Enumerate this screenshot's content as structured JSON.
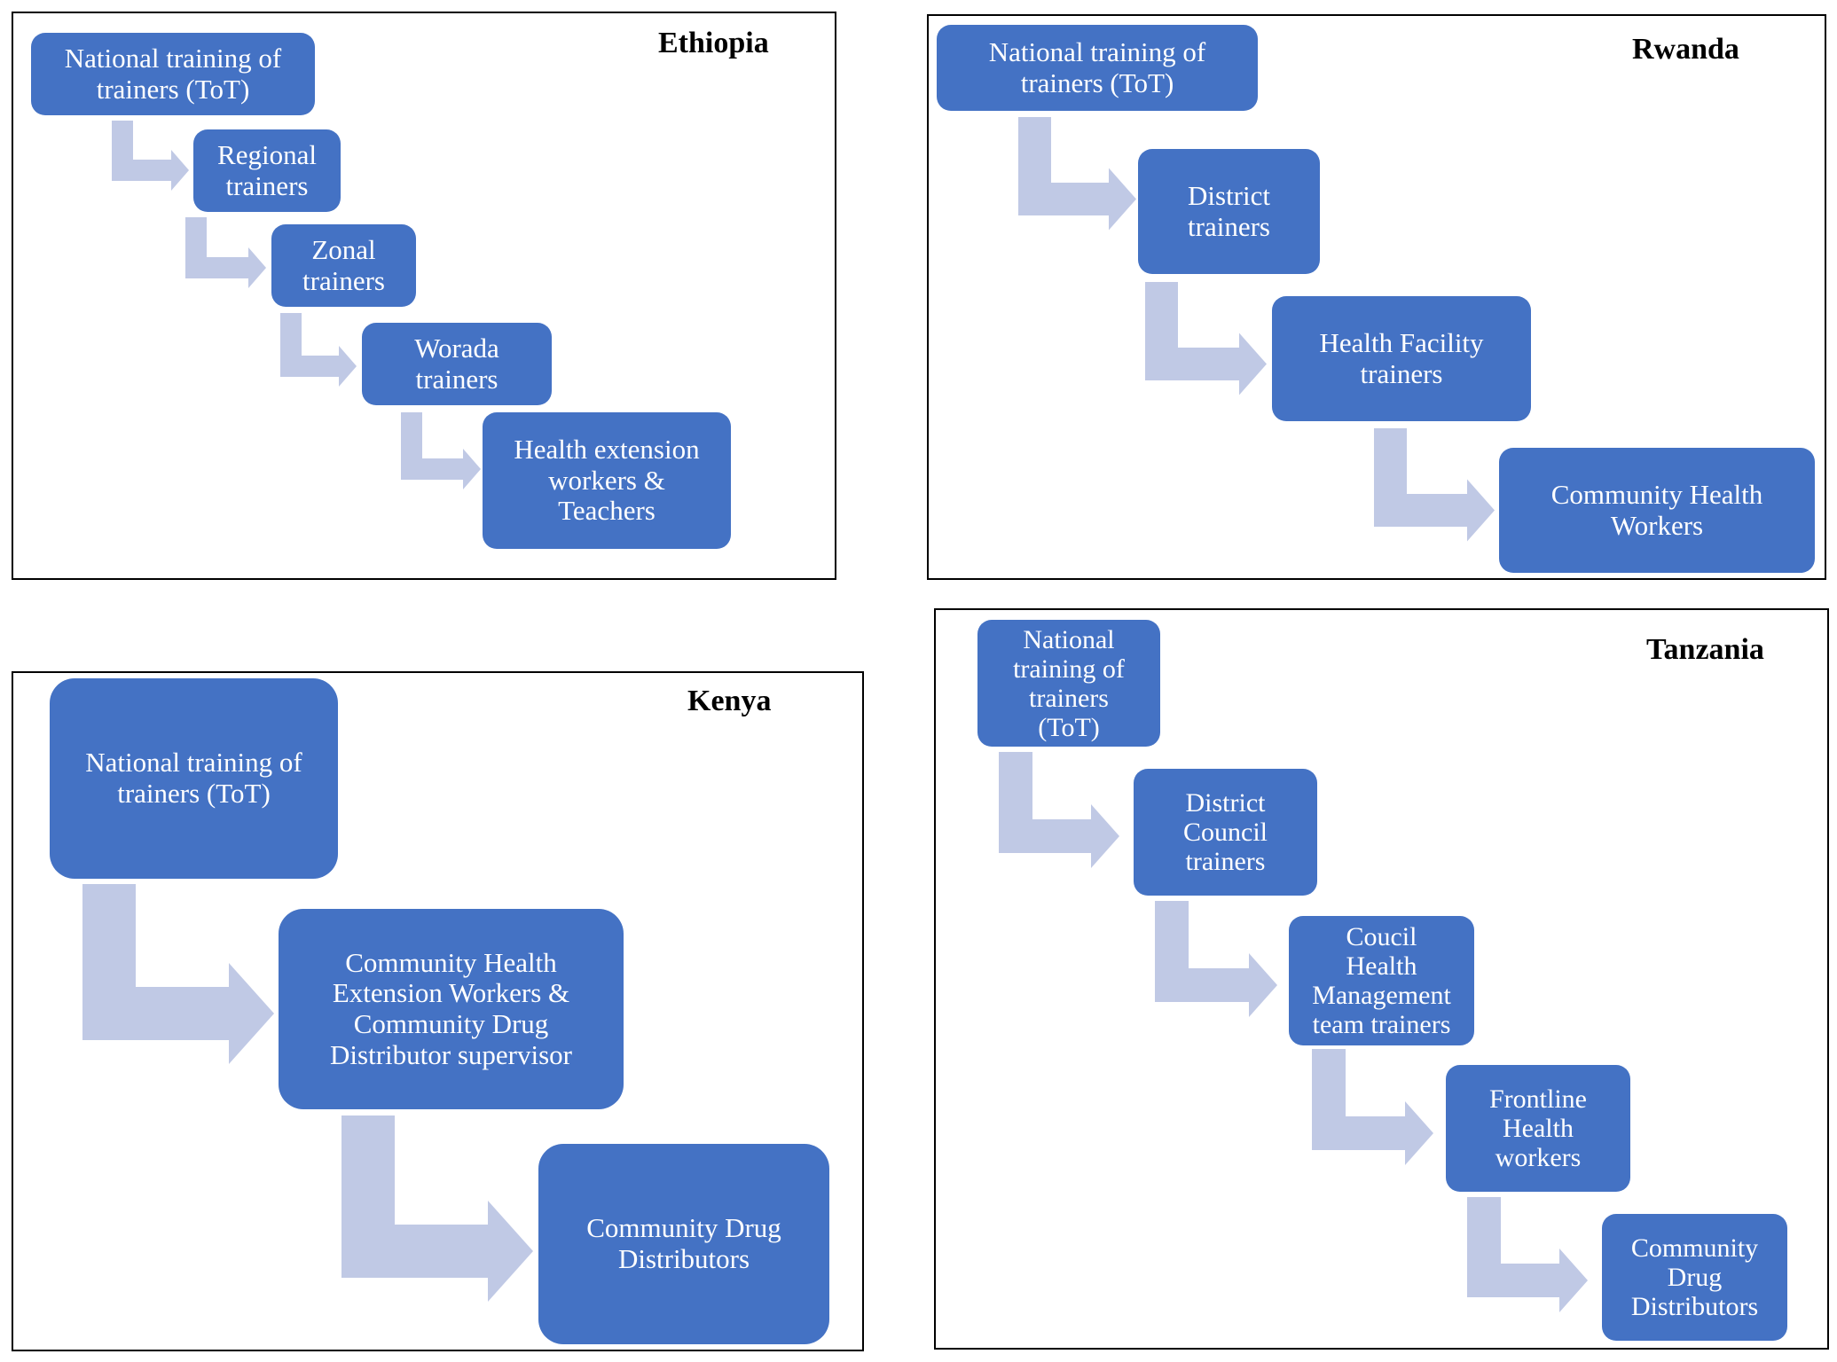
{
  "colors": {
    "box_fill": "#4472c4",
    "box_text": "#ffffff",
    "arrow_fill": "#c0c9e5",
    "border": "#000000",
    "title": "#000000"
  },
  "panels": {
    "ethiopia": {
      "title": "Ethiopia",
      "boxes": [
        "National training of\ntrainers (ToT)",
        "Regional\ntrainers",
        "Zonal\ntrainers",
        "Worada\ntrainers",
        "Health extension\nworkers &\nTeachers"
      ]
    },
    "rwanda": {
      "title": "Rwanda",
      "boxes": [
        "National training of\ntrainers (ToT)",
        "District\ntrainers",
        "Health Facility\ntrainers",
        "Community Health\nWorkers"
      ]
    },
    "kenya": {
      "title": "Kenya",
      "boxes": [
        "National training of\ntrainers (ToT)",
        "Community Health\nExtension Workers &\nCommunity Drug\nDistributor supervisor",
        "Community Drug\nDistributors"
      ]
    },
    "tanzania": {
      "title": "Tanzania",
      "boxes": [
        "National\ntraining of\ntrainers\n(ToT)",
        "District\nCouncil\ntrainers",
        "Coucil\nHealth\nManagement\nteam trainers",
        "Frontline\nHealth\nworkers",
        "Community\nDrug\nDistributors"
      ]
    }
  }
}
